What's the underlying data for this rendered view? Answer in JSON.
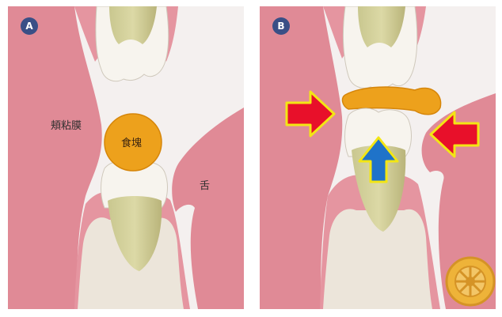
{
  "panel_a": {
    "badge": "A",
    "cheek_label": "頬粘膜",
    "bolus_label": "食塊",
    "tongue_label": "舌"
  },
  "panel_b": {
    "badge": "B"
  },
  "colors": {
    "mucosa": "#e08a96",
    "bolus": "#eda11c",
    "badge": "#3a4f86",
    "arrow_red": "#e8102a",
    "arrow_blue": "#1f73c9",
    "arrow_outline": "#f3e614"
  }
}
